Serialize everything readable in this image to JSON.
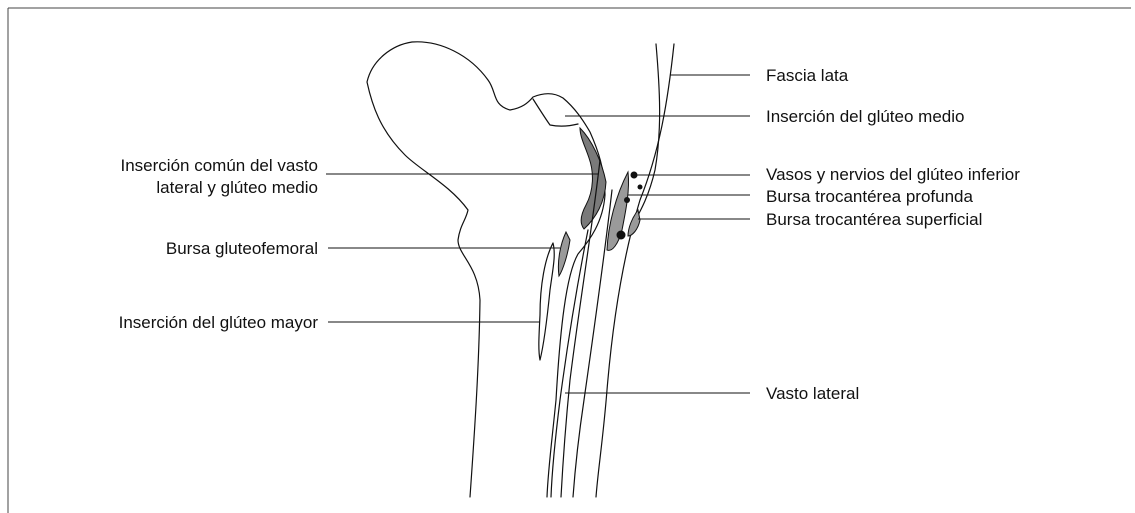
{
  "labels": {
    "fascia_lata": "Fascia lata",
    "insercion_gluteo_medio": "Inserción del glúteo medio",
    "insercion_comun_line1": "Inserción común del vasto",
    "insercion_comun_line2": "lateral y glúteo medio",
    "vasos_nervios": "Vasos y nervios del glúteo inferior",
    "bursa_profunda": "Bursa trocantérea profunda",
    "bursa_superficial": "Bursa trocantérea superficial",
    "bursa_gluteofemoral": "Bursa gluteofemoral",
    "insercion_gluteo_mayor": "Inserción del glúteo mayor",
    "vasto_lateral": "Vasto lateral"
  },
  "colors": {
    "insertion_shading": "#7a7a7a",
    "bursa_shading": "#9a9a9a",
    "line": "#111111",
    "frame": "#444444"
  }
}
